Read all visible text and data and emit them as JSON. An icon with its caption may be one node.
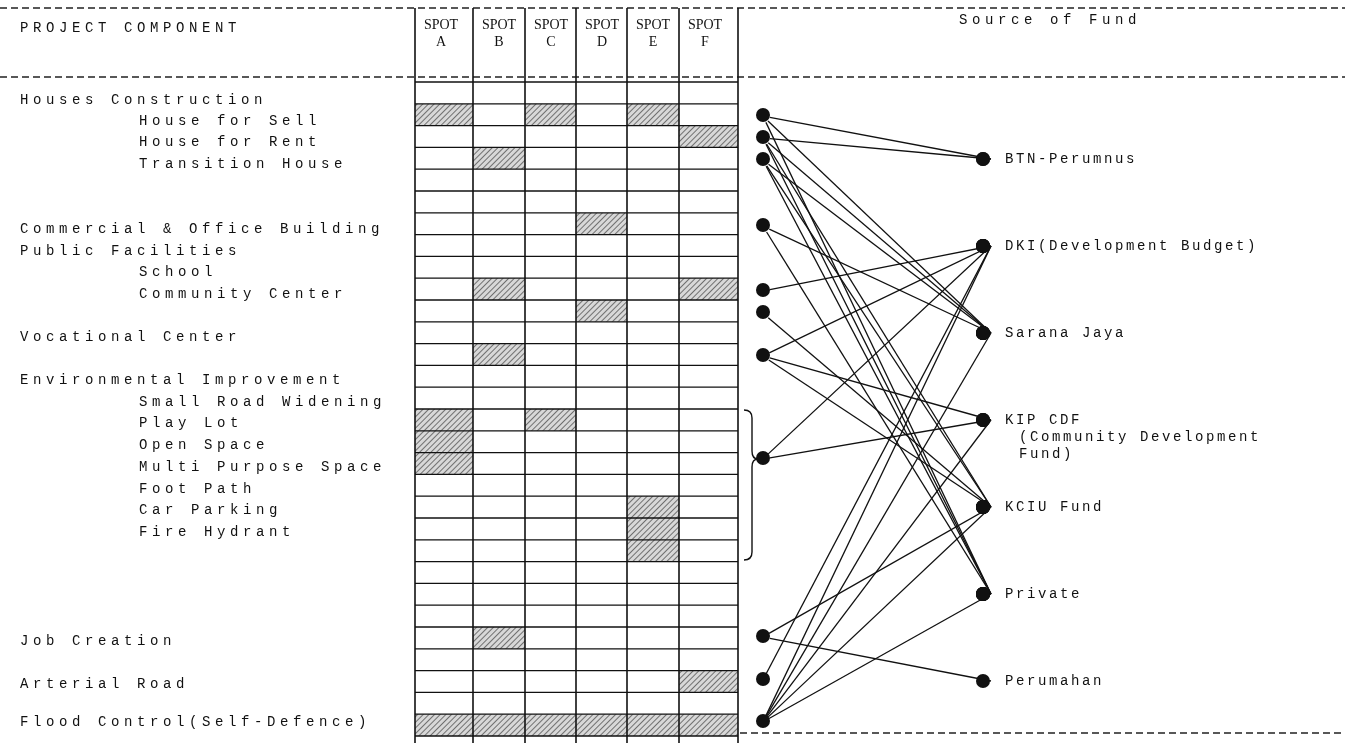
{
  "diagram": {
    "nodes": [
      {
        "text": [],
        "shape": "circle"
      },
      {
        "text": [],
        "shape": "circle"
      },
      {
        "text": [],
        "shape": "circle"
      },
      {
        "text": [],
        "shape": "circle"
      },
      {
        "text": [],
        "shape": "circle"
      },
      {
        "text": [],
        "shape": "circle"
      },
      {
        "text": [],
        "shape": "circle"
      },
      {
        "text": [],
        "shape": "circle"
      },
      {
        "text": [],
        "shape": "circle"
      },
      {
        "text": [],
        "shape": "circle"
      },
      {
        "text": [],
        "shape": "circle"
      },
      {
        "text": [
          "BTN-Perumnus"
        ]
      },
      {
        "text": [
          "DKI(Development Budget)"
        ]
      },
      {
        "text": [
          "Sarana Jaya"
        ]
      },
      {
        "text": [
          "KIP CDF",
          "(Community Development Fund)"
        ]
      },
      {
        "text": [
          "KCIU Fund"
        ]
      },
      {
        "text": [
          "Private"
        ]
      },
      {
        "text": [
          "Perumahan"
        ]
      }
    ],
    "edges": [
      {
        "from": 0,
        "to": 11,
        "arrow": "other"
      },
      {
        "from": 0,
        "to": 13,
        "arrow": "other"
      },
      {
        "from": 0,
        "to": 16,
        "arrow": "other"
      },
      {
        "from": 1,
        "to": 11,
        "arrow": "other"
      },
      {
        "from": 1,
        "to": 13,
        "arrow": "other"
      },
      {
        "from": 1,
        "to": 15,
        "arrow": "other"
      },
      {
        "from": 1,
        "to": 16,
        "arrow": "other"
      },
      {
        "from": 2,
        "to": 13,
        "arrow": "other"
      },
      {
        "from": 2,
        "to": 15,
        "arrow": "other"
      },
      {
        "from": 2,
        "to": 16,
        "arrow": "other"
      },
      {
        "from": 3,
        "to": 13,
        "arrow": "other"
      },
      {
        "from": 3,
        "to": 16,
        "arrow": "other"
      },
      {
        "from": 4,
        "to": 12,
        "arrow": "other"
      },
      {
        "from": 5,
        "to": 15,
        "arrow": "other"
      },
      {
        "from": 6,
        "to": 12,
        "arrow": "other"
      },
      {
        "from": 6,
        "to": 14,
        "arrow": "other"
      },
      {
        "from": 6,
        "to": 15,
        "arrow": "other"
      },
      {
        "from": 7,
        "to": 12,
        "arrow": "other"
      },
      {
        "from": 7,
        "to": 14,
        "arrow": "other"
      },
      {
        "from": 8,
        "to": 15,
        "arrow": "other"
      },
      {
        "from": 8,
        "to": 17,
        "arrow": "other"
      },
      {
        "from": 9,
        "to": 12,
        "arrow": "other"
      },
      {
        "from": 10,
        "to": 12,
        "arrow": "other"
      },
      {
        "from": 10,
        "to": 13,
        "arrow": "other"
      },
      {
        "from": 10,
        "to": 14,
        "arrow": "other"
      },
      {
        "from": 10,
        "to": 15,
        "arrow": "other"
      },
      {
        "from": 10,
        "to": 16,
        "arrow": "other"
      }
    ],
    "labels": [
      "PROJECT COMPONENT",
      "SPOT A",
      "SPOT B",
      "SPOT C",
      "SPOT D",
      "SPOT E",
      "SPOT F",
      "Source of Fund",
      "Houses Construction",
      "House for Sell",
      "House for Rent",
      "Transition House",
      "Commercial & Office Building",
      "Public Facilities",
      "School",
      "Community Center",
      "Vocational Center",
      "Environmental Improvement",
      "Small Road Widening",
      "Play Lot",
      "Open Space",
      "Multi Purpose Space",
      "Foot Path",
      "Car Parking",
      "Fire Hydrant",
      "Job Creation",
      "Arterial Road",
      "Flood Control(Self-Defence)"
    ]
  }
}
